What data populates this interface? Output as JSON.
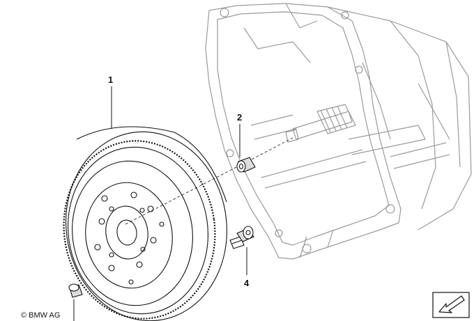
{
  "diagram": {
    "callouts": [
      {
        "id": "1",
        "label": "1"
      },
      {
        "id": "2",
        "label": "2"
      },
      {
        "id": "4",
        "label": "4"
      }
    ],
    "copyright": "© BMW AG",
    "colors": {
      "line": "#111111",
      "housing": "#9a9a9a",
      "background": "#ffffff"
    },
    "icons": [
      "flywheel-part-icon",
      "dowel-sleeve-part-icon",
      "bolt-part-icon",
      "transmission-housing-icon",
      "view-direction-arrow-icon"
    ]
  }
}
